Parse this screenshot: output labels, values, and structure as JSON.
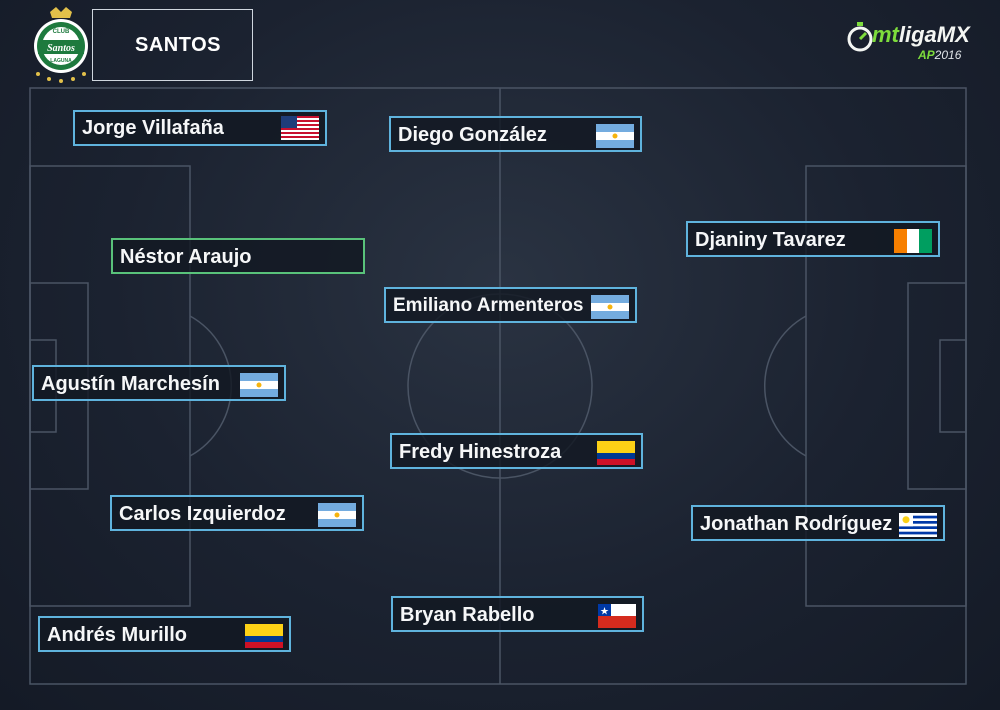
{
  "team": {
    "name": "SANTOS"
  },
  "crest": {
    "text_top": "CLUB",
    "text_mid": "Santos",
    "text_bottom": "LAGUNA"
  },
  "brand": {
    "main_prefix": "mt",
    "main_suffix": "ligaMX",
    "season_prefix": "AP",
    "season_year": "2016"
  },
  "players": [
    {
      "name": "Jorge Villafaña",
      "flag": "usa-flag-icon"
    },
    {
      "name": "Diego González",
      "flag": "argentina-flag-icon"
    },
    {
      "name": "Néstor Araujo",
      "flag": ""
    },
    {
      "name": "Djaniny Tavarez",
      "flag": "ivory-coast-flag-icon"
    },
    {
      "name": "Emiliano Armenteros",
      "flag": "argentina-flag-icon"
    },
    {
      "name": "Agustín Marchesín",
      "flag": "argentina-flag-icon"
    },
    {
      "name": "Fredy Hinestroza",
      "flag": "colombia-flag-icon"
    },
    {
      "name": "Carlos Izquierdoz",
      "flag": "argentina-flag-icon"
    },
    {
      "name": "Jonathan Rodríguez",
      "flag": "uruguay-flag-icon"
    },
    {
      "name": "Bryan Rabello",
      "flag": "chile-flag-icon"
    },
    {
      "name": "Andrés Murillo",
      "flag": "colombia-flag-icon"
    }
  ],
  "colors": {
    "player_border": "#5fb3dd",
    "highlight_border": "#59c27a",
    "brand_green": "#7ddc3c"
  }
}
